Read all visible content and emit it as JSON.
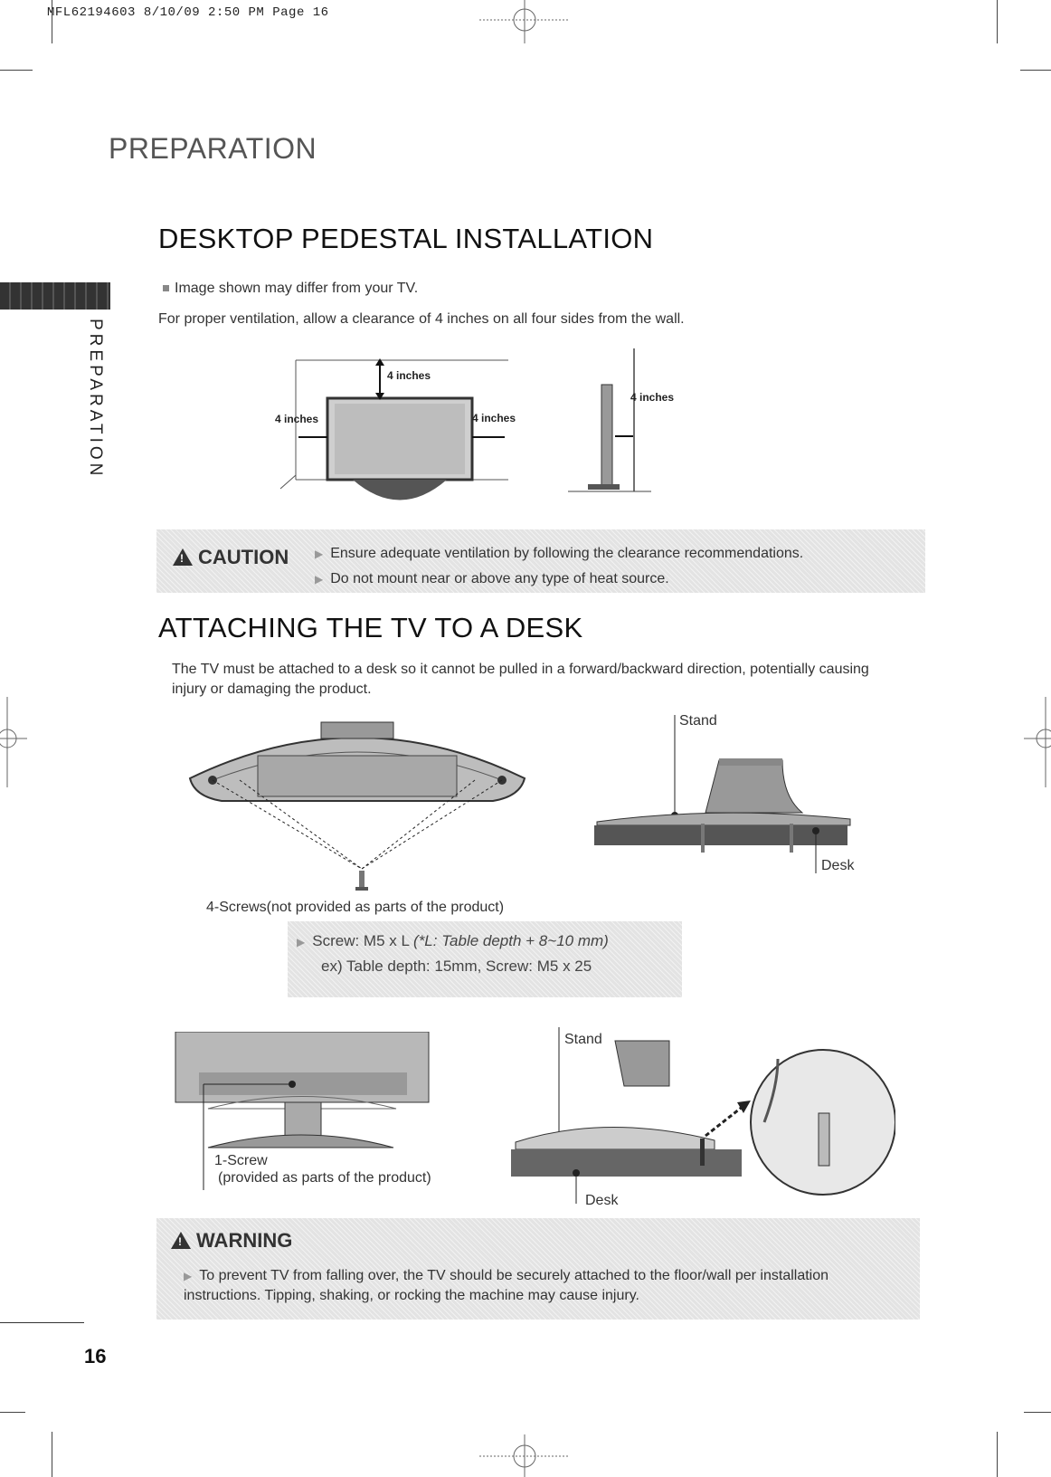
{
  "slug": "MFL62194603 8/10/09 2:50 PM Page 16",
  "chapter_title": "PREPARATION",
  "sidebar_tab": "PREPARATION",
  "section1": {
    "title": "DESKTOP PEDESTAL INSTALLATION",
    "note": "Image shown may differ from your TV.",
    "intro": "For proper ventilation, allow a clearance of 4 inches on all four sides from the wall.",
    "dim_top": "4 inches",
    "dim_left": "4 inches",
    "dim_right": "4 inches",
    "dim_side": "4 inches"
  },
  "caution": {
    "label": "CAUTION",
    "items": [
      "Ensure adequate ventilation by following the clearance recommendations.",
      "Do not mount near or above any type of heat source."
    ]
  },
  "section2": {
    "title": "ATTACHING THE TV TO A DESK",
    "intro_line1": "The TV must be attached to a desk so it cannot be pulled in a forward/backward direction, potentially causing",
    "intro_line2": "injury or damaging the product.",
    "screws_caption": "4-Screws(not provided as parts of the product)",
    "stand_label_1": "Stand",
    "desk_label_1": "Desk",
    "screw_spec_prefix": "Screw: M5 x L ",
    "screw_spec_italic": "(*L: Table depth + 8~10 mm)",
    "screw_example": "ex) Table depth: 15mm, Screw: M5 x 25",
    "one_screw": "1-Screw",
    "one_screw_note": "(provided as parts of the product)",
    "stand_label_2": "Stand",
    "desk_label_2": "Desk"
  },
  "warning": {
    "label": "WARNING",
    "text": "To prevent TV from falling over, the TV should be securely attached to the floor/wall per installation instructions. Tipping, shaking, or rocking the machine may cause injury."
  },
  "page_number": "16"
}
